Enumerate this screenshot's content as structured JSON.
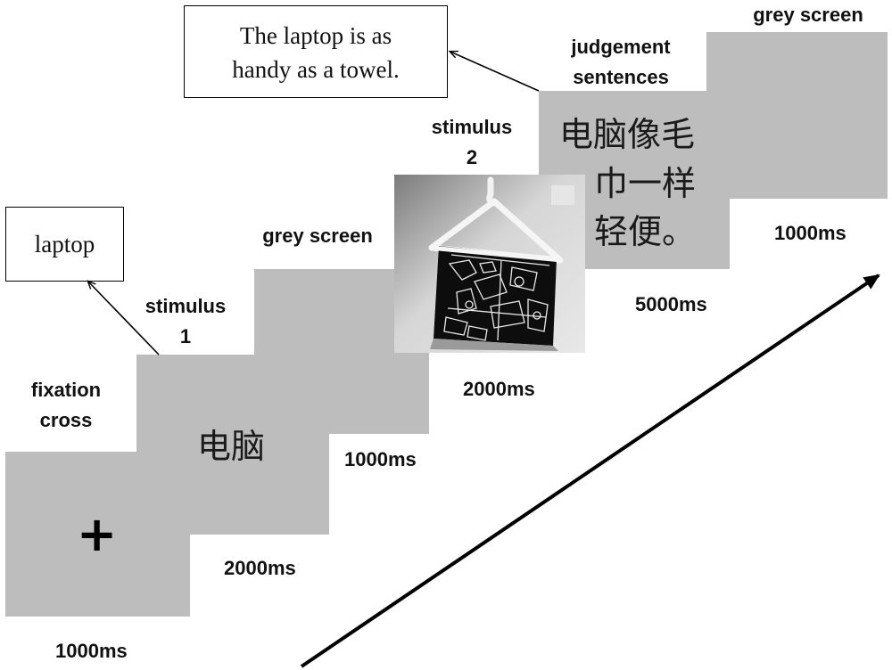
{
  "steps": [
    {
      "label_lines": [
        "fixation",
        "cross"
      ],
      "duration": "1000ms",
      "content": "+"
    },
    {
      "label_lines": [
        "stimulus",
        "1"
      ],
      "duration": "2000ms",
      "content": "电脑"
    },
    {
      "label_lines": [
        "grey screen"
      ],
      "duration": "1000ms"
    },
    {
      "label_lines": [
        "stimulus",
        "2"
      ],
      "duration": "2000ms",
      "image": "laptop-under-hanger-photo"
    },
    {
      "label_lines": [
        "judgement",
        "sentences"
      ],
      "duration": "5000ms",
      "content_lines": [
        "电脑像毛",
        "巾一样",
        "轻便。"
      ]
    },
    {
      "label_lines": [
        "grey screen"
      ],
      "duration": "1000ms"
    }
  ],
  "translations": {
    "word": "laptop",
    "sentence_lines": [
      "The laptop is as",
      "handy as a towel."
    ]
  },
  "colors": {
    "screen": "#bdbdbd",
    "text": "#111111",
    "line": "#000000"
  },
  "time_axis": {
    "icon": "arrow-up-right"
  }
}
